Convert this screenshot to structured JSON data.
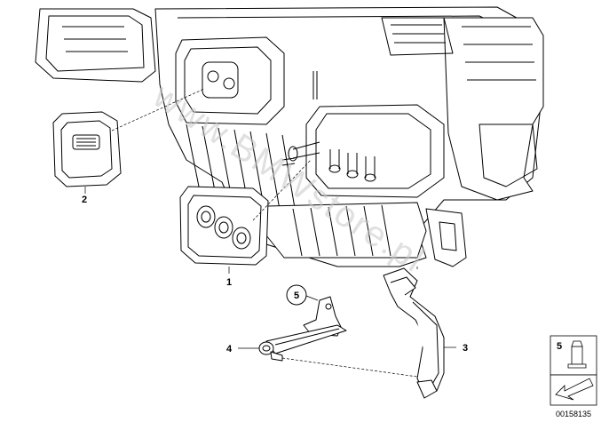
{
  "watermark": "www.BMWstore.pl",
  "callouts": {
    "part1": "1",
    "part2": "2",
    "part3": "3",
    "part4": "4",
    "part5_circle": "5"
  },
  "legend": {
    "number": "5",
    "reference": "00158135"
  },
  "colors": {
    "line": "#000000",
    "watermark": "#c8c8c8",
    "background": "#ffffff"
  }
}
